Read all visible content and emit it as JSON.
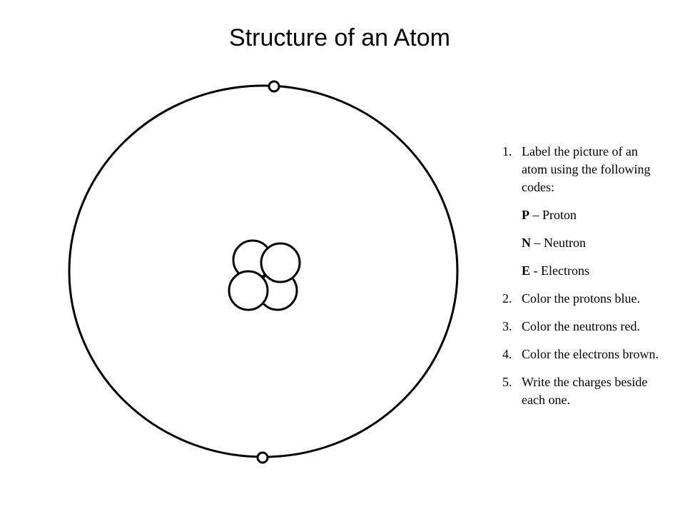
{
  "title": "Structure of an Atom",
  "instructions": {
    "step1": {
      "number": "1.",
      "text": "Label the picture of an atom using the following codes:",
      "codes": [
        {
          "letter": "P",
          "separator": " – ",
          "meaning": "Proton"
        },
        {
          "letter": "N",
          "separator": " – ",
          "meaning": "Neutron"
        },
        {
          "letter": "E",
          "separator": " - ",
          "meaning": "Electrons"
        }
      ]
    },
    "step2": {
      "number": "2.",
      "text": "Color the protons blue."
    },
    "step3": {
      "number": "3.",
      "text": "Color the neutrons red."
    },
    "step4": {
      "number": "4.",
      "text": "Color the electrons brown."
    },
    "step5": {
      "number": "5.",
      "text": "Write the charges beside each one."
    }
  },
  "diagram": {
    "nucleus_particle_count": 4,
    "electron_count": 2,
    "stroke_color": "#000000",
    "fill_color": "#ffffff"
  }
}
